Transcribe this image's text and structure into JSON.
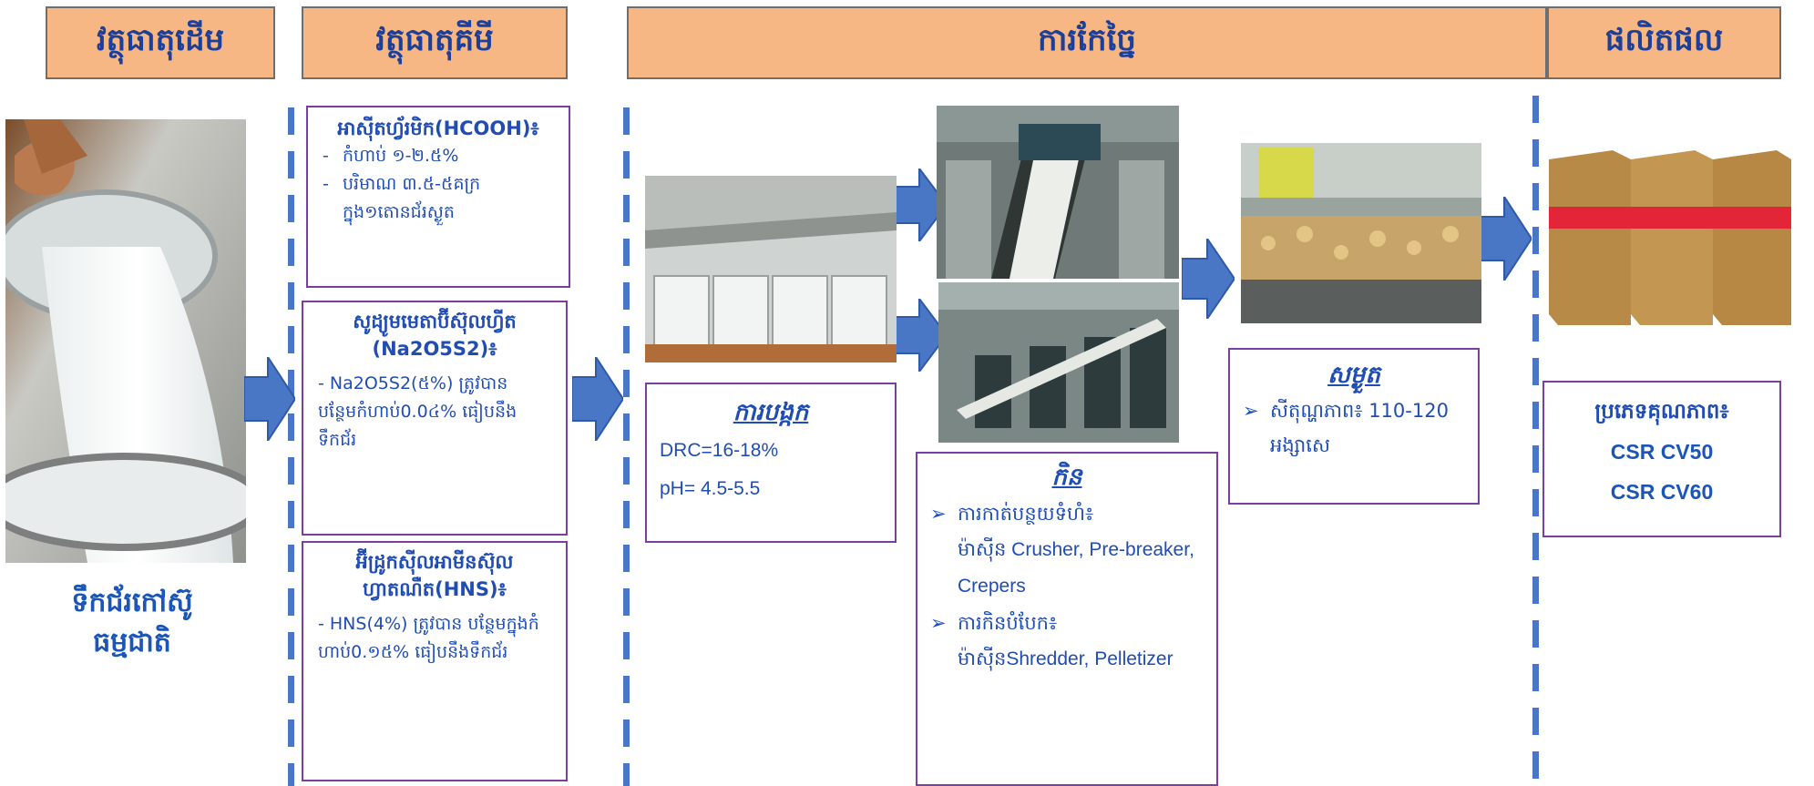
{
  "headers": {
    "raw_material": "វត្ថុធាតុដើម",
    "aux_material": "វត្ថុធាតុគីមី",
    "processing": "ការកែច្នៃ",
    "product": "ផលិតផល"
  },
  "raw": {
    "caption_line1": "ទឹកជ័រកៅស៊ូ",
    "caption_line2": "ធម្មជាតិ"
  },
  "chem1": {
    "title": "អាស៊ីតហ្វ័រមិក(HCOOH)៖",
    "item1_mark": "-",
    "item1": "កំហាប់ ១-២.៥%",
    "item2_mark": "-",
    "item2": "បរិមាណ ៣.៥-៥គក្រ ក្នុង១តោនជ័រស្ងួត"
  },
  "chem2": {
    "title_line1": "សូដ្យូមមេតាប៊ីស៊ុលហ្វីត",
    "title_line2": "(Na2O5S2)៖",
    "text": "- Na2O5S2(៥%) ត្រូវបាន បន្ថែមកំហាប់0.0៤% ធៀបនឹងទឹកជ័រ"
  },
  "chem3": {
    "title_line1": "អ៊ីដ្រូកស៊ីលអាមីនស៊ុល",
    "title_line2": "ហ្វាតណឺត(HNS)៖",
    "text": "- HNS(4%) ត្រូវបាន បន្ថែមក្នុងកំហាប់0.១៥% ធៀបនឹងទឹកជ័រ"
  },
  "coag": {
    "title": "ការបង្កក",
    "drc": "DRC=16-18%",
    "ph": "pH= 4.5-5.5"
  },
  "mill": {
    "title": "កិន",
    "b1_title": "ការកាត់បន្ថយទំហំ៖",
    "b1_text": "ម៉ាស៊ីន Crusher, Pre-breaker, Crepers",
    "b2_title": "ការកិនបំបែក៖",
    "b2_text": "ម៉ាស៊ីនShredder, Pelletizer",
    "bullet_mark": "➢"
  },
  "dry": {
    "title": "សម្ងួត",
    "bullet_mark": "➢",
    "text": "សីតុណ្ហភាព៖ 110-120 អង្សាសេ"
  },
  "product": {
    "title": "ប្រភេទគុណភាព៖",
    "grade1": "CSR CV50",
    "grade2": "CSR CV60"
  },
  "colors": {
    "header_fill": "#f7b784",
    "header_text": "#1c3f9a",
    "box_border": "#7a3fa0",
    "arrow": "#4a76c6",
    "text_blue": "#1f4db3"
  }
}
